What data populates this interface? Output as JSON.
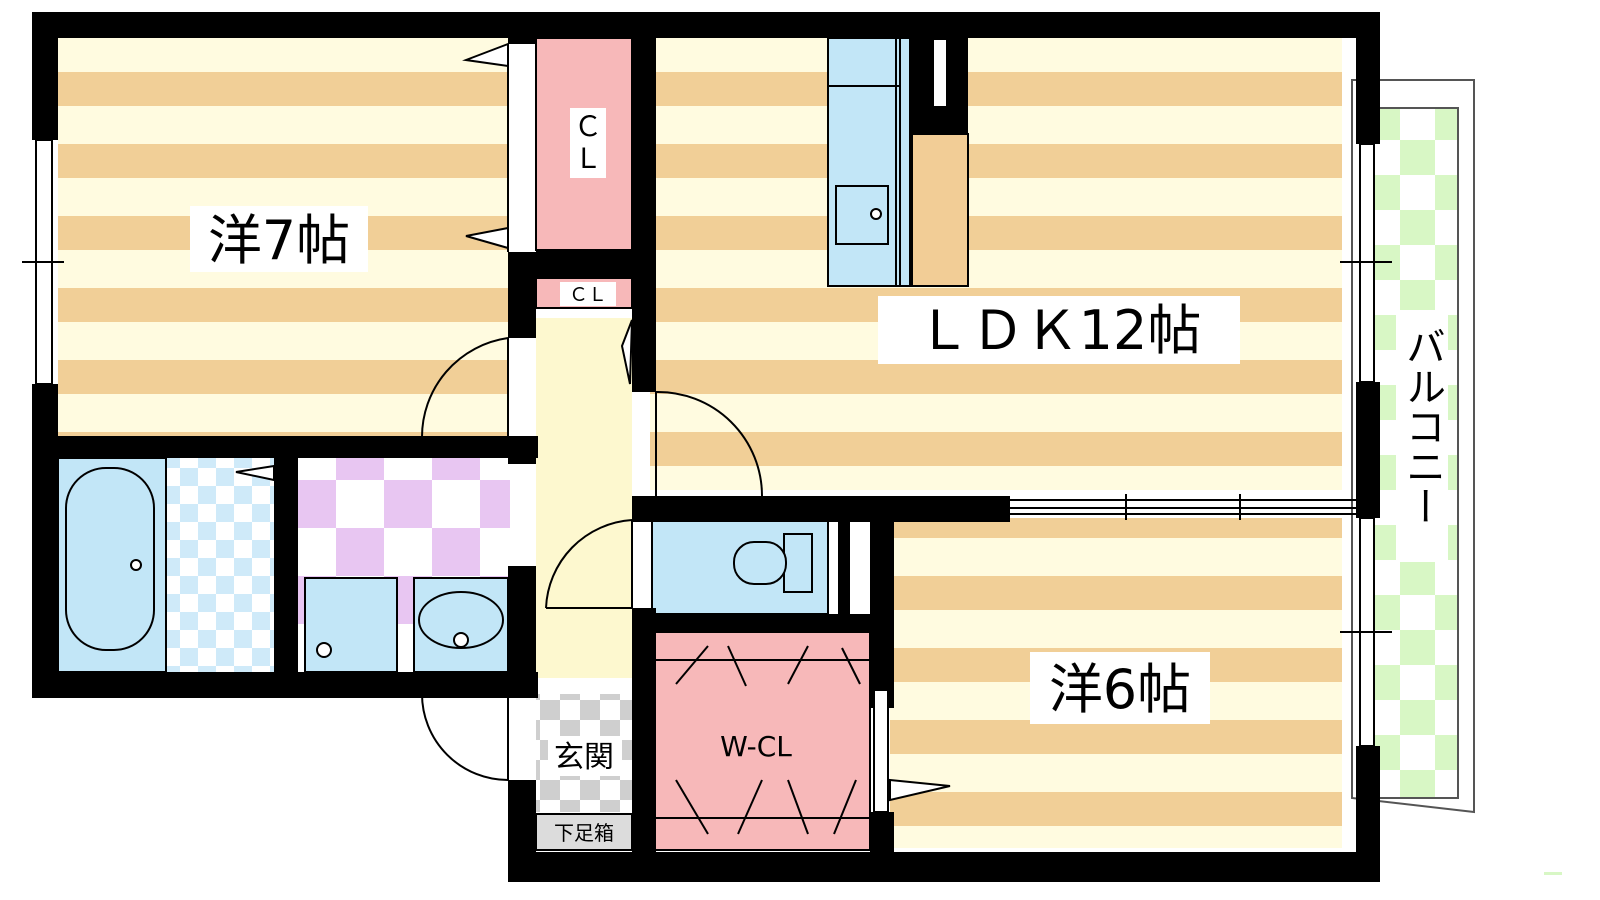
{
  "rooms": {
    "western_7": "洋7帖",
    "ldk": "ＬＤＫ12帖",
    "western_6": "洋6帖",
    "closet_upper_line1": "Ｃ",
    "closet_upper_line2": "Ｌ",
    "closet_small": "ＣＬ",
    "walk_in_closet": "W-CL",
    "entrance": "玄関",
    "shoe_box": "下足箱",
    "balcony": "バルコニー"
  },
  "colors": {
    "floor_stripe": "#f1cf97",
    "floor_base": "#fffbe0",
    "wall": "#000000",
    "closet": "#f7b8b9",
    "fixture_blue": "#c2e6f7",
    "wash_checker": "#e8c6f2",
    "bath_checker": "#cfeaf9",
    "balcony_checker": "#d8f7c5",
    "entrance_checker": "#cfcfcf",
    "hall": "#fdf8cf",
    "counter": "#f2cd96"
  }
}
